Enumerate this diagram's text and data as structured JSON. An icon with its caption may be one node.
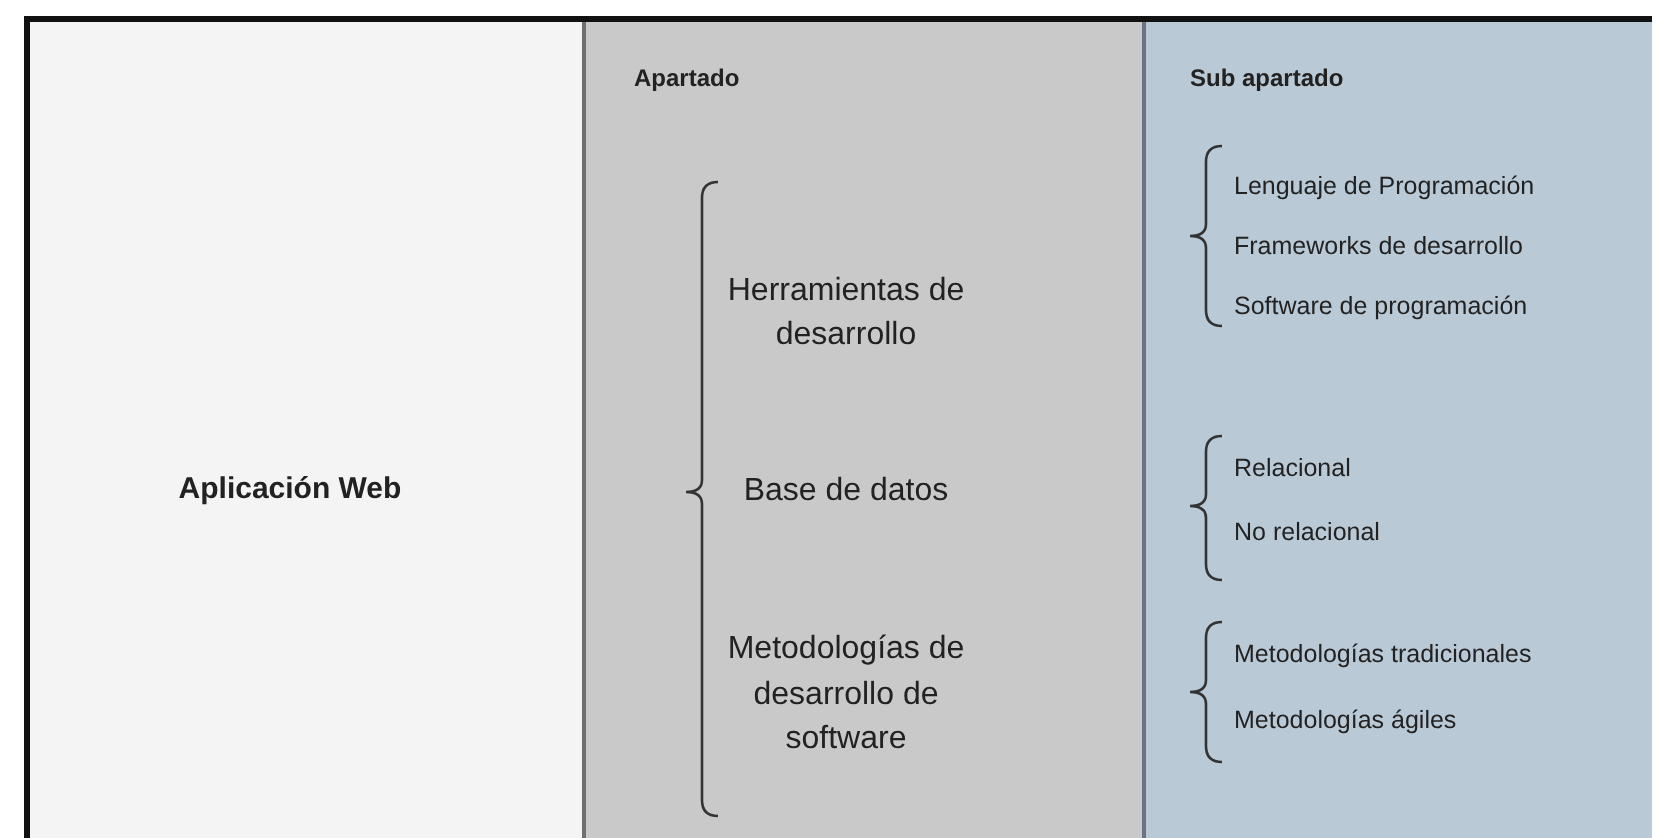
{
  "diagram": {
    "nodes": [
      {
        "text": [
          "Aplicación Web"
        ]
      },
      {
        "text": [
          "Apartado",
          "Herramientas de desarrollo",
          "Base de datos",
          "Metodologías de desarrollo de software"
        ]
      },
      {
        "text": [
          "Sub apartado",
          "Lenguaje de Programación",
          "Frameworks de desarrollo",
          "Software de programación",
          "Relacional",
          "No relacional",
          "Metodologías tradicionales",
          "Metodologías ágiles"
        ]
      }
    ]
  }
}
